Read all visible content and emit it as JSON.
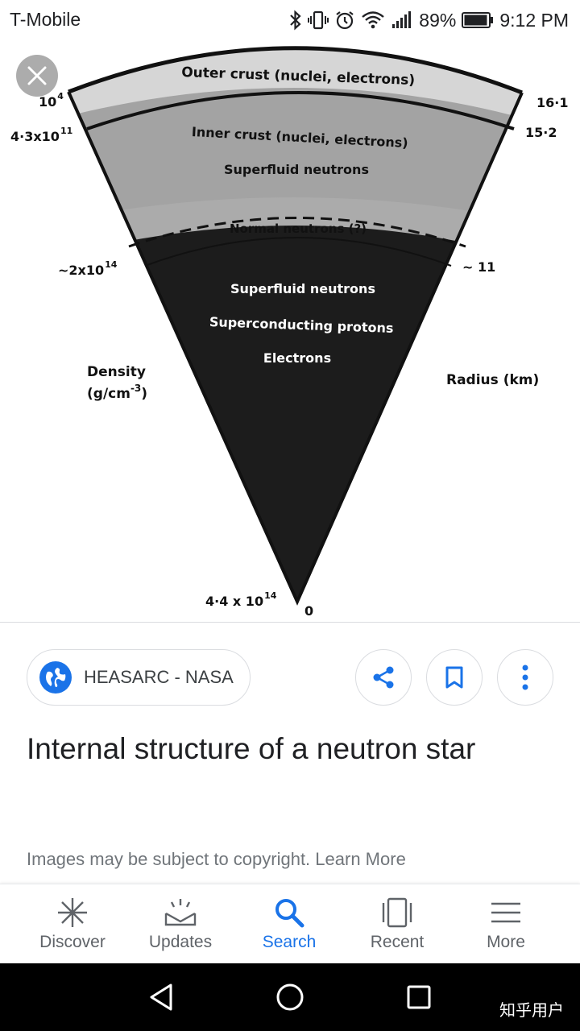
{
  "status_bar": {
    "carrier": "T-Mobile",
    "battery_percent": "89%",
    "time": "9:12 PM",
    "icons": [
      "bluetooth-icon",
      "vibrate-icon",
      "alarm-icon",
      "wifi-icon",
      "signal-icon",
      "battery-icon"
    ]
  },
  "diagram": {
    "layers": {
      "outer_crust": "Outer crust (nuclei, electrons)",
      "inner_crust": "Inner crust (nuclei, electrons)",
      "inner_superfluid": "Superfluid neutrons",
      "normal": "Normal neutrons (?)",
      "core_superfluid": "Superfluid neutrons",
      "core_protons": "Superconducting protons",
      "core_electrons": "Electrons"
    },
    "density_labels": {
      "d1": "10",
      "d1_exp": "4",
      "d2": "4·3x10",
      "d2_exp": "11",
      "d3": "~2x10",
      "d3_exp": "14",
      "d4": "4·4 x 10",
      "d4_exp": "14"
    },
    "radius_labels": {
      "r1": "16·1",
      "r2": "15·2",
      "r3": "~ 11",
      "r4": "0"
    },
    "axis": {
      "density_title": "Density",
      "density_units": "(g/cm",
      "density_units_exp": "-3",
      "density_units_close": ")",
      "radius_title": "Radius (km)"
    }
  },
  "viewer": {
    "close_icon": "close-icon"
  },
  "source": {
    "name": "HEASARC - NASA",
    "icon": "globe-icon"
  },
  "actions": {
    "share_icon": "share-icon",
    "save_icon": "bookmark-icon",
    "more_icon": "more-vert-icon"
  },
  "result": {
    "title": "Internal structure of a neutron star",
    "copyright": "Images may be subject to copyright.",
    "learn_more": "Learn More"
  },
  "bottom_nav": {
    "items": [
      {
        "label": "Discover",
        "icon": "asterisk-icon"
      },
      {
        "label": "Updates",
        "icon": "updates-icon"
      },
      {
        "label": "Search",
        "icon": "search-icon"
      },
      {
        "label": "Recent",
        "icon": "recent-icon"
      },
      {
        "label": "More",
        "icon": "menu-icon"
      }
    ],
    "active_index": 2,
    "accent_color": "#1a73e8"
  },
  "system_bar": {
    "watermark": "知乎用户",
    "icons": [
      "back-icon",
      "home-icon",
      "recents-icon"
    ]
  }
}
